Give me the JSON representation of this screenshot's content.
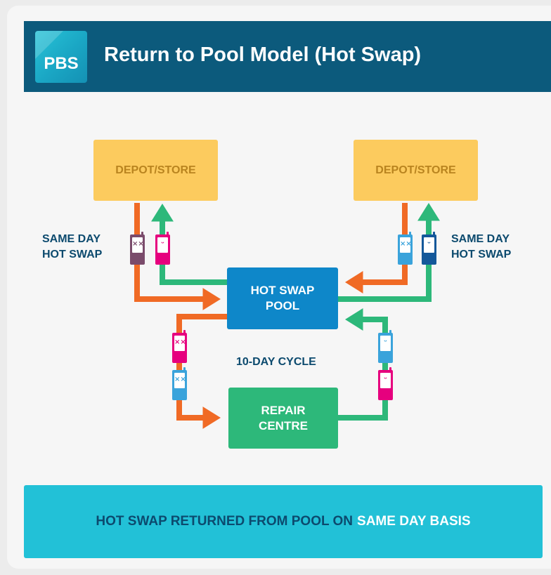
{
  "header": {
    "logo_text": "PBS",
    "title": "Return to Pool Model (Hot Swap)"
  },
  "nodes": {
    "depot_left": "DEPOT/STORE",
    "depot_right": "DEPOT/STORE",
    "pool_line1": "HOT SWAP",
    "pool_line2": "POOL",
    "repair_line1": "REPAIR",
    "repair_line2": "CENTRE"
  },
  "labels": {
    "left_line1": "SAME DAY",
    "left_line2": "HOT SWAP",
    "right_line1": "SAME DAY",
    "right_line2": "HOT SWAP",
    "cycle": "10-DAY CYCLE"
  },
  "footer": {
    "text_main": "HOT SWAP RETURNED FROM POOL ON",
    "text_highlight": "SAME DAY BASIS"
  },
  "colors": {
    "header_bg": "#0c5a7c",
    "depot": "#fccb5e",
    "pool": "#0e87c9",
    "repair": "#2db87a",
    "arrow_orange": "#f06a25",
    "arrow_green": "#2db87a",
    "footer_bg": "#22c1d7"
  },
  "phones": [
    {
      "name": "broken-phone-left",
      "state": "broken",
      "color": "#7a4b6b",
      "face": "××"
    },
    {
      "name": "working-phone-left",
      "state": "working",
      "color": "#e6007e",
      "face": "ᵕ"
    },
    {
      "name": "broken-phone-right",
      "state": "broken",
      "color": "#3aa3db",
      "face": "××"
    },
    {
      "name": "working-phone-right",
      "state": "working",
      "color": "#14589a",
      "face": "ᵕ"
    },
    {
      "name": "broken-phone-to-repair-top",
      "state": "broken",
      "color": "#e6007e",
      "face": "××"
    },
    {
      "name": "broken-phone-to-repair-bottom",
      "state": "broken",
      "color": "#3aa3db",
      "face": "××"
    },
    {
      "name": "repaired-phone-top",
      "state": "working",
      "color": "#3aa3db",
      "face": "ᵕ"
    },
    {
      "name": "repaired-phone-bottom",
      "state": "working",
      "color": "#e6007e",
      "face": "ᵕ"
    }
  ]
}
